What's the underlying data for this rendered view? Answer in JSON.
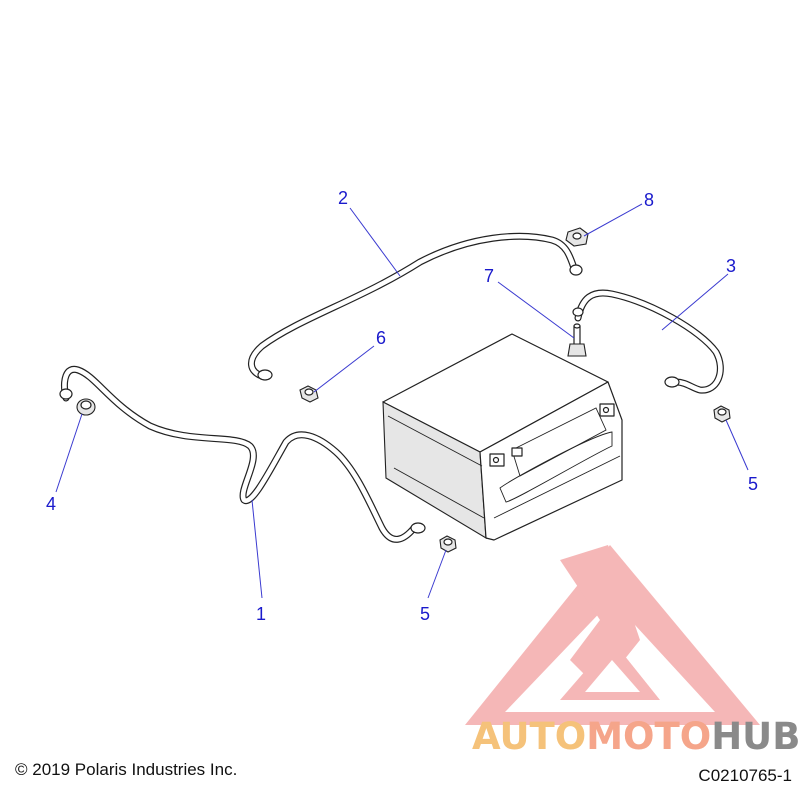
{
  "diagram": {
    "callouts": {
      "c1": "1",
      "c2": "2",
      "c3": "3",
      "c4": "4",
      "c5a": "5",
      "c5b": "5",
      "c6": "6",
      "c7": "7",
      "c8": "8"
    }
  },
  "footer": {
    "copyright": "© 2019 Polaris Industries Inc.",
    "diagram_id": "C0210765-1"
  },
  "watermark": {
    "part1": "AUTO",
    "part2": "MOTO",
    "part3": "HUB",
    "colors": {
      "logo": "#f08080",
      "auto": "#f5c27a",
      "moto": "#f5a58a",
      "hub": "#8a8a8a"
    }
  },
  "colors": {
    "callout": "#1a1acc",
    "ink": "#222222",
    "shade": "#e6e6e6"
  }
}
